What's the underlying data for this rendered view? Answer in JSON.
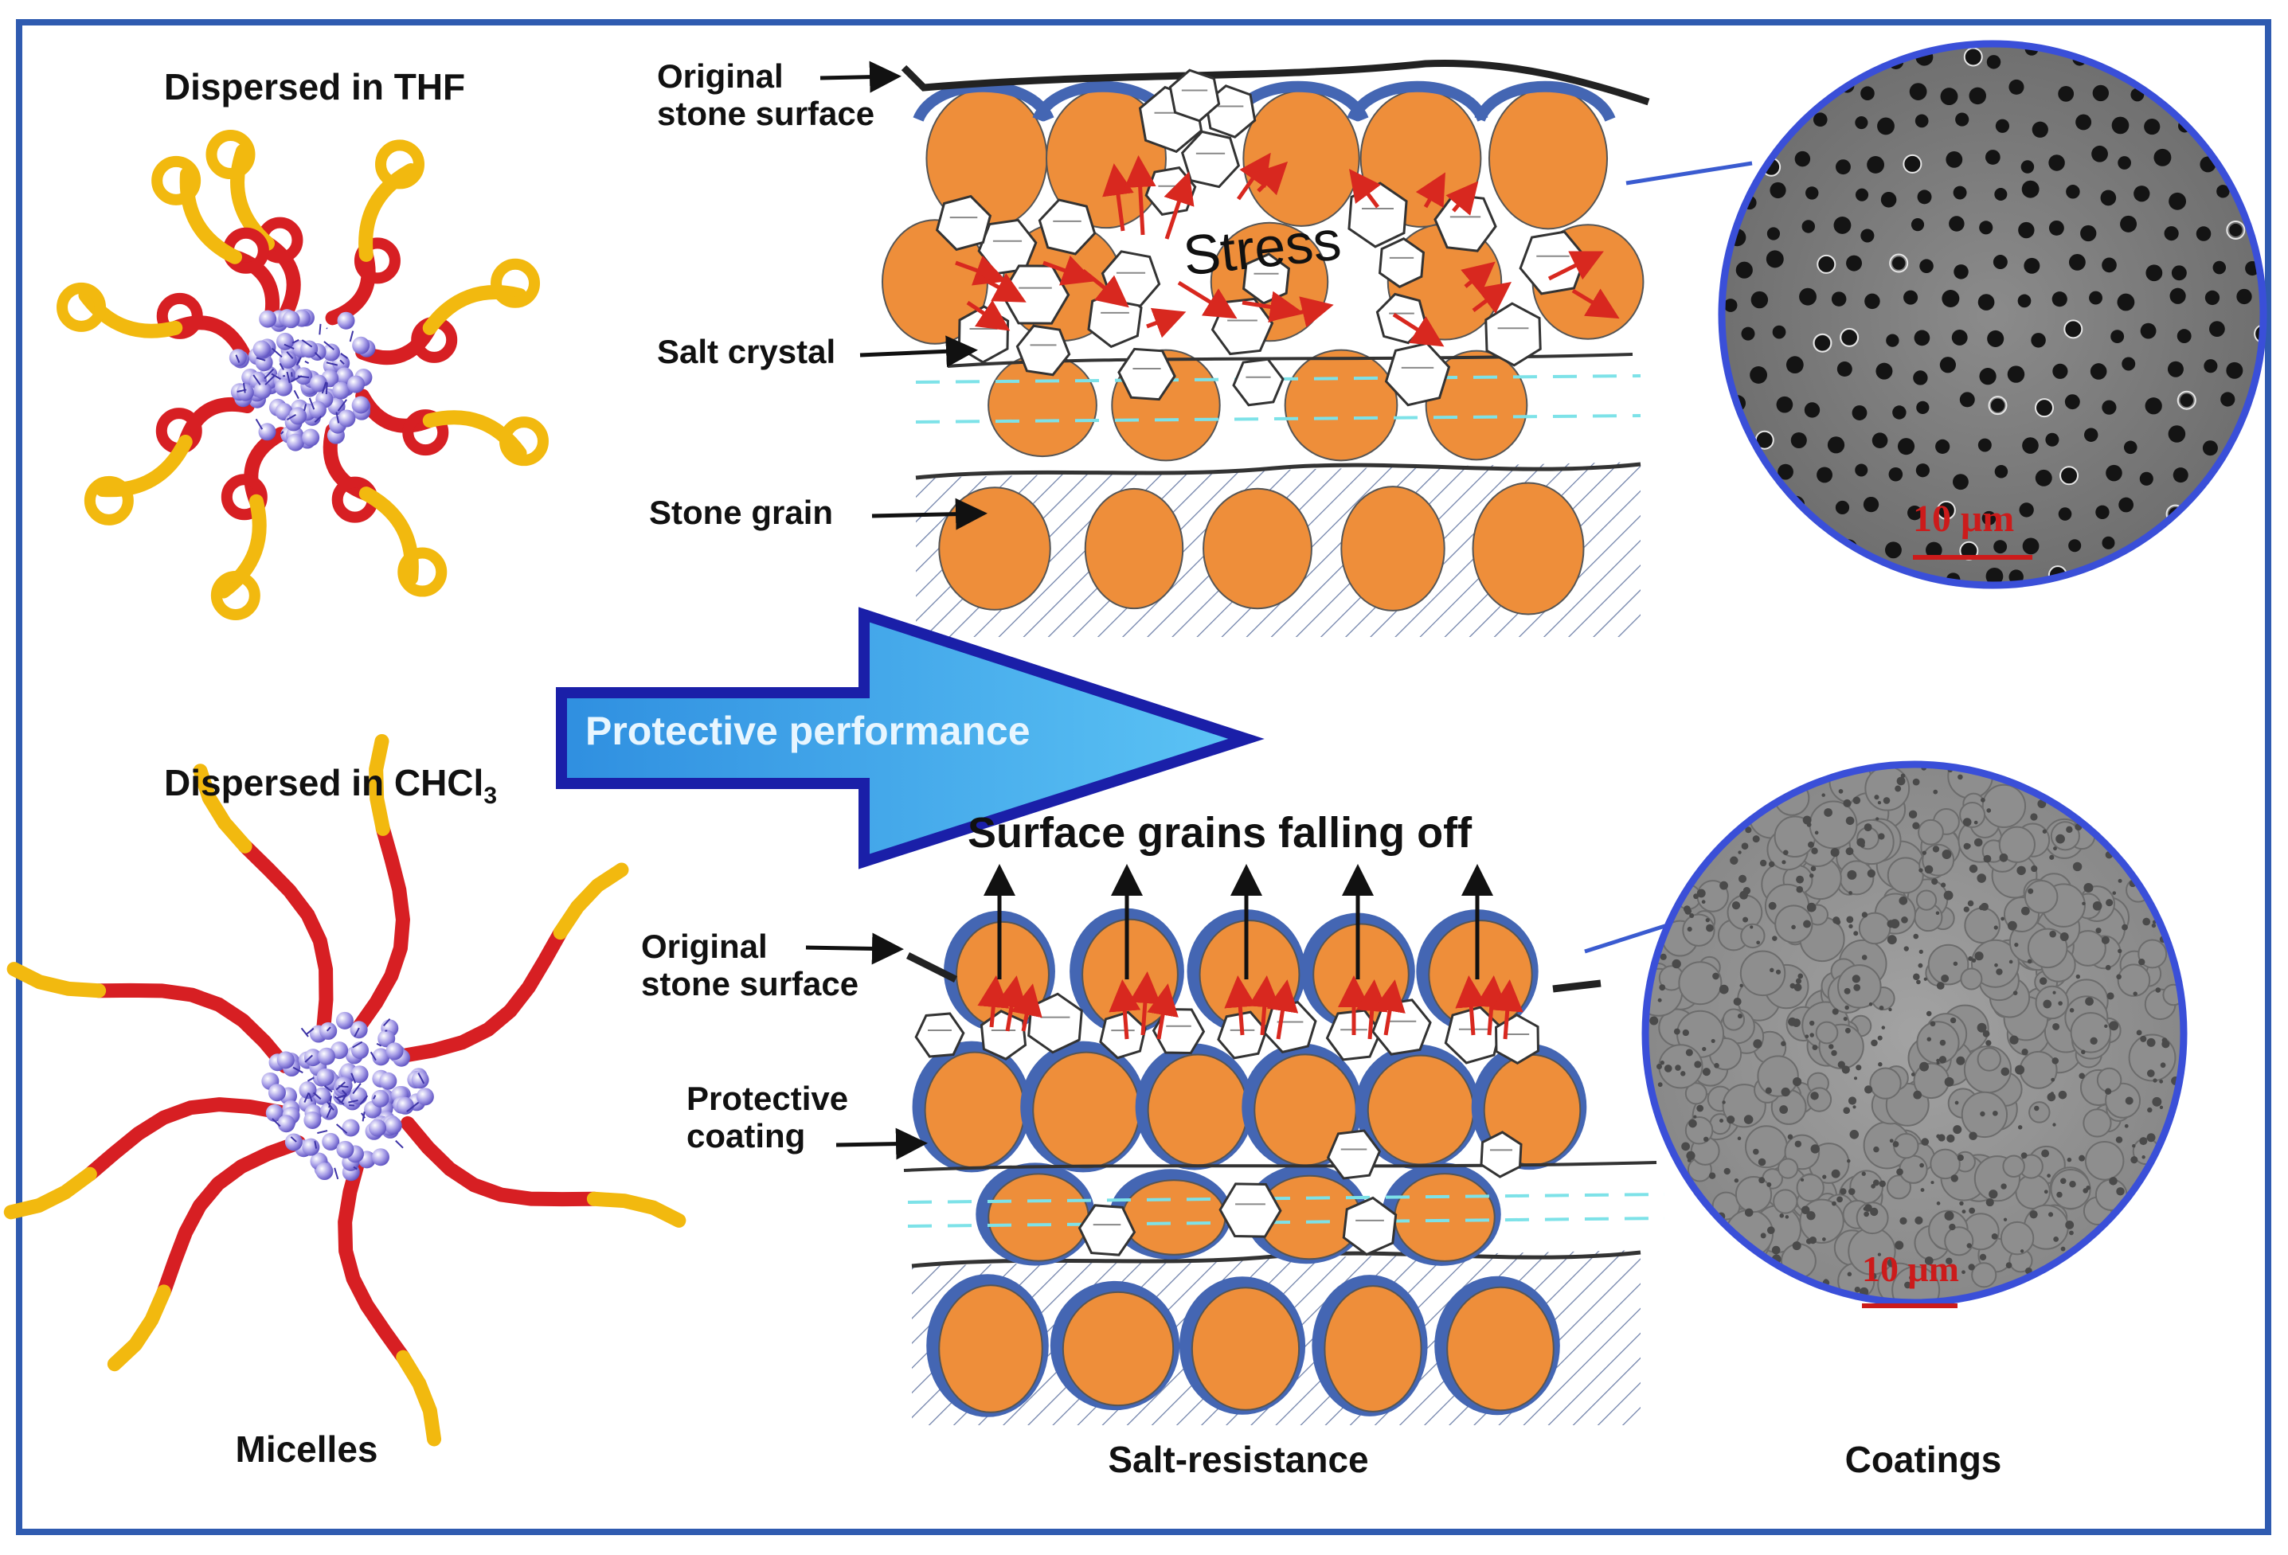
{
  "micelles": {
    "top_label": "Dispersed in THF",
    "bottom_label_prefix": "Dispersed in CHCl",
    "bottom_label_sub": "3",
    "caption": "Micelles"
  },
  "top_panel": {
    "label_original": "Original\nstone surface",
    "label_salt": "Salt crystal",
    "label_stone_grain": "Stone grain",
    "label_stress": "Stress"
  },
  "arrow": {
    "label": "Protective performance"
  },
  "bottom_panel": {
    "title": "Surface grains falling off",
    "label_original": "Original\nstone surface",
    "label_coating": "Protective\ncoating",
    "caption": "Salt-resistance"
  },
  "coatings": {
    "scale_top": "10 μm",
    "scale_bottom": "10 μm",
    "caption": "Coatings"
  },
  "colors": {
    "frame": "#2f5bb0",
    "grain": "#ee8e3a",
    "coating": "#4466b3",
    "stress": "#d8281f",
    "arrow_fill": "#2ba3e8",
    "arrow_edge": "#1a1fa8",
    "chain_red": "#d71f23",
    "chain_yellow": "#f2b90f",
    "core": "#9a90e0"
  }
}
